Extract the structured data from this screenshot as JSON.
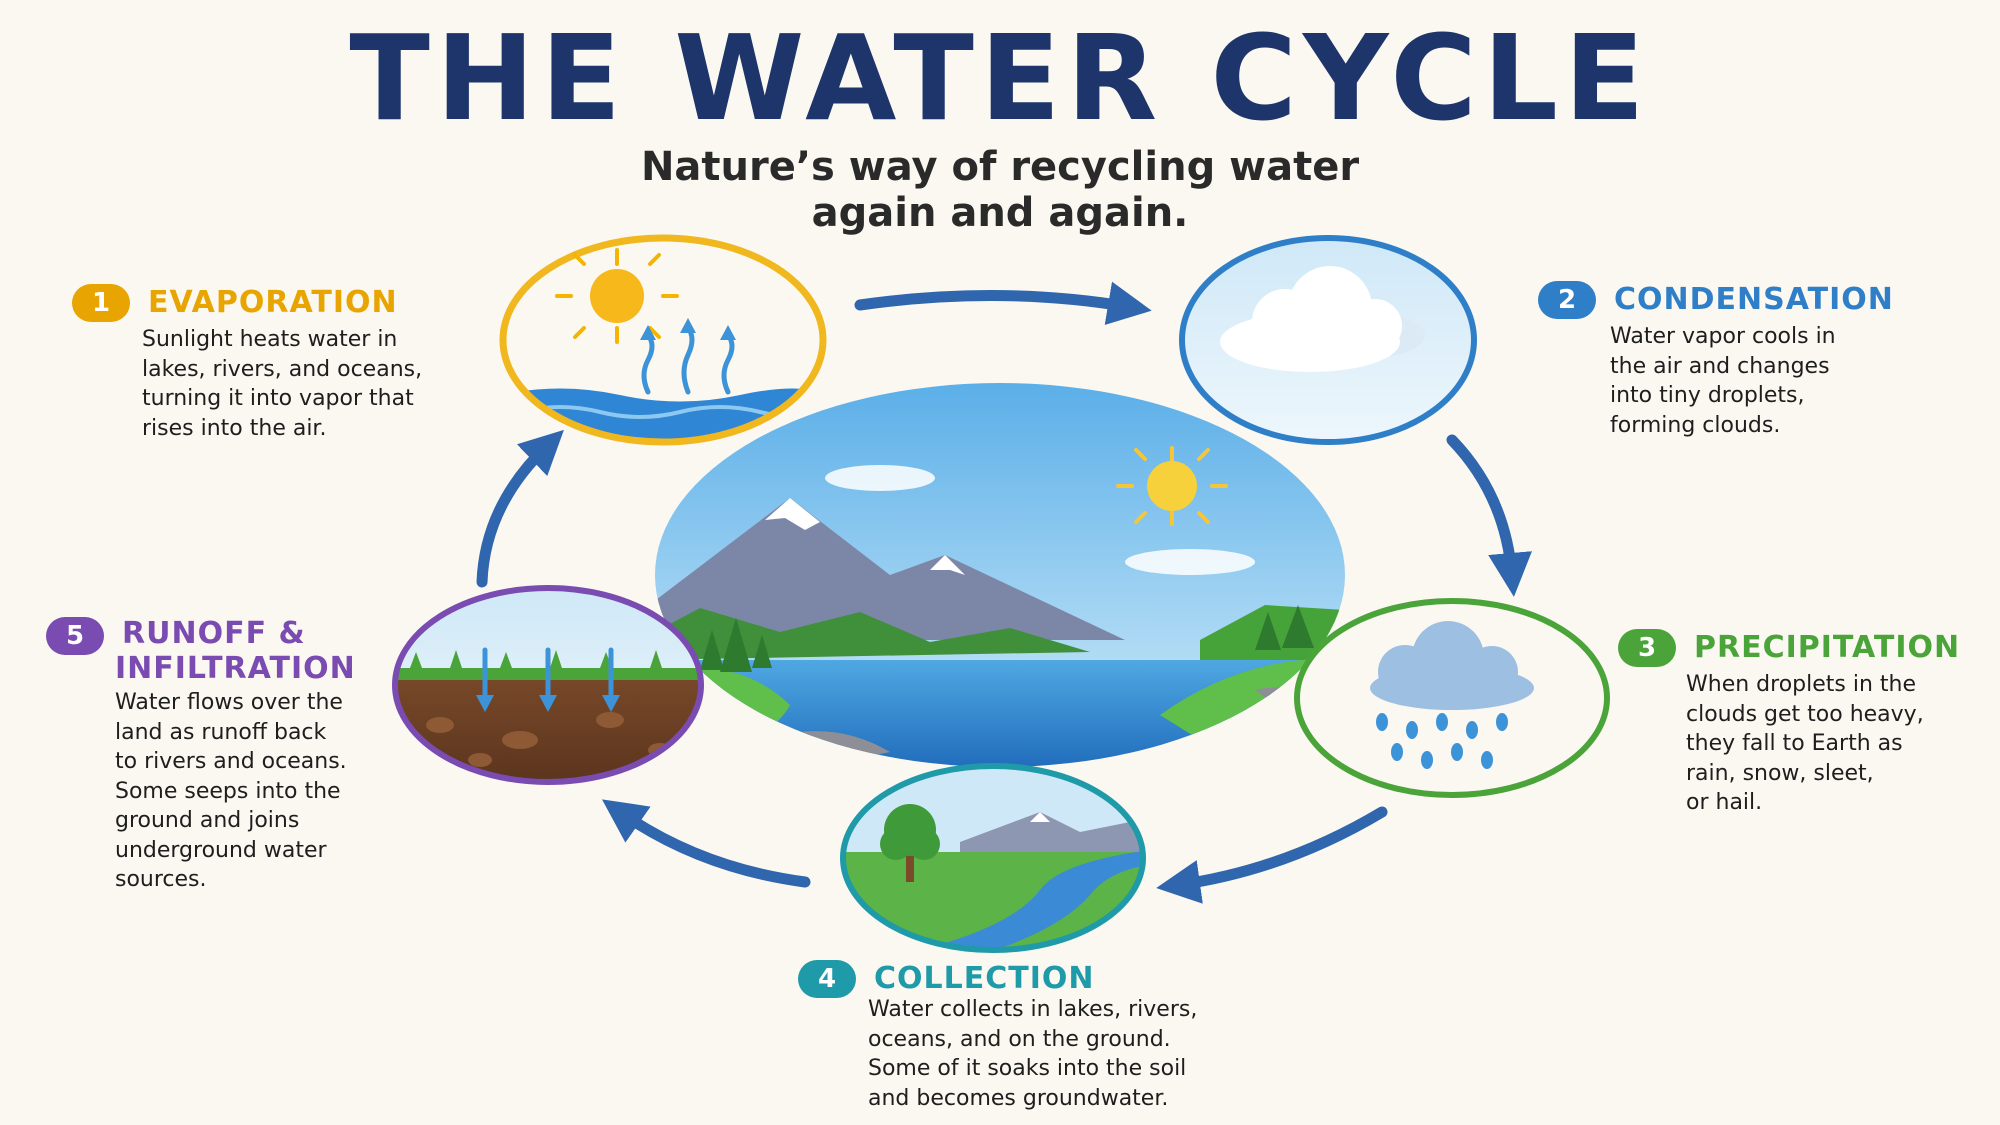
{
  "header": {
    "title": "THE WATER CYCLE",
    "subtitle_line1": "Nature’s way of recycling water",
    "subtitle_line2": "again and again."
  },
  "colors": {
    "evaporation": "#e8a400",
    "condensation": "#2f7fc8",
    "precipitation": "#4aa43a",
    "collection": "#1f9aa8",
    "runoff": "#7a4bb0",
    "arrow": "#2f66ad",
    "title": "#1d356a"
  },
  "stages": {
    "evaporation": {
      "number": "1",
      "title": "EVAPORATION",
      "lines": [
        "Sunlight heats water in",
        "lakes, rivers, and oceans,",
        "turning it into vapor that",
        "rises into the air."
      ]
    },
    "condensation": {
      "number": "2",
      "title": "CONDENSATION",
      "lines": [
        "Water vapor cools in",
        "the air and changes",
        "into tiny droplets,",
        "forming clouds."
      ]
    },
    "precipitation": {
      "number": "3",
      "title": "PRECIPITATION",
      "lines": [
        "When droplets in the",
        "clouds get too heavy,",
        "they fall to Earth as",
        "rain, snow, sleet,",
        "or hail."
      ]
    },
    "collection": {
      "number": "4",
      "title": "COLLECTION",
      "lines": [
        "Water collects in lakes, rivers,",
        "oceans, and on the ground.",
        "Some of it soaks into the soil",
        "and becomes groundwater."
      ]
    },
    "runoff": {
      "number": "5",
      "title_line1": "RUNOFF &",
      "title_line2": "INFILTRATION",
      "lines": [
        "Water flows over the",
        "land as runoff back",
        "to rivers and oceans.",
        "Some seeps into the",
        "ground and joins",
        "underground water",
        "sources."
      ]
    }
  }
}
